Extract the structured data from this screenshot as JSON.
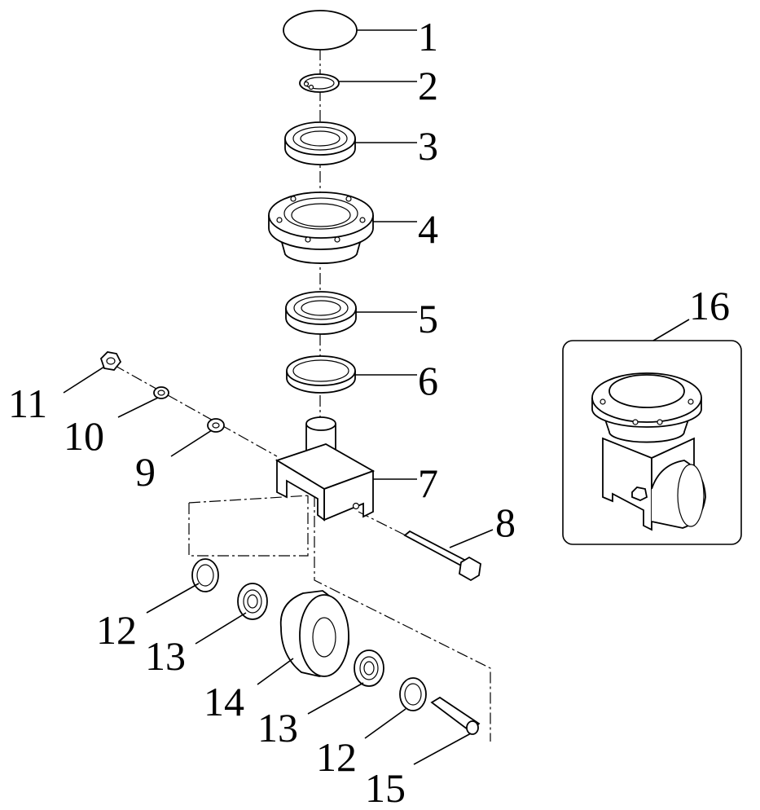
{
  "callouts": [
    {
      "id": "1",
      "label": "1"
    },
    {
      "id": "2",
      "label": "2"
    },
    {
      "id": "3",
      "label": "3"
    },
    {
      "id": "4",
      "label": "4"
    },
    {
      "id": "5",
      "label": "5"
    },
    {
      "id": "6",
      "label": "6"
    },
    {
      "id": "7",
      "label": "7"
    },
    {
      "id": "8",
      "label": "8"
    },
    {
      "id": "9",
      "label": "9"
    },
    {
      "id": "10",
      "label": "10"
    },
    {
      "id": "11",
      "label": "11"
    },
    {
      "id": "12a",
      "label": "12"
    },
    {
      "id": "13a",
      "label": "13"
    },
    {
      "id": "14",
      "label": "14"
    },
    {
      "id": "13b",
      "label": "13"
    },
    {
      "id": "12b",
      "label": "12"
    },
    {
      "id": "15",
      "label": "15"
    },
    {
      "id": "16",
      "label": "16"
    }
  ]
}
